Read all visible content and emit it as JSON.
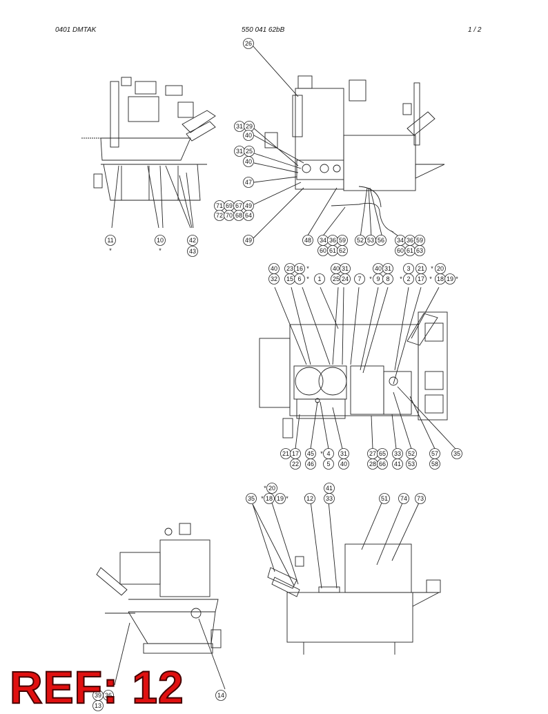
{
  "header": {
    "left": "0401   DMTAK",
    "center": "550 041 62bB",
    "right": "1 /   2"
  },
  "watermark": "REF: 12",
  "callouts": {
    "v1": [
      "11",
      "10",
      "42",
      "43",
      "*",
      "*"
    ],
    "v2": [
      "26",
      "31",
      "29",
      "40",
      "31",
      "25",
      "40",
      "47",
      "71",
      "69",
      "67",
      "49",
      "72",
      "70",
      "68",
      "64",
      "49",
      "48",
      "34",
      "36",
      "59",
      "60",
      "61",
      "62",
      "52",
      "53",
      "56",
      "34",
      "36",
      "59",
      "60",
      "61",
      "63"
    ],
    "v3": [
      "40",
      "23",
      "16",
      "*",
      "40",
      "31",
      "40",
      "31",
      "3",
      "21",
      "*",
      "20",
      "32",
      "15",
      "6",
      "*",
      "1",
      "25",
      "24",
      "7",
      "*",
      "9",
      "8",
      "*",
      "2",
      "17",
      "*",
      "18",
      "19",
      "*",
      "21",
      "17",
      "22",
      "45",
      "*",
      "4",
      "5",
      "46",
      "31",
      "40",
      "27",
      "65",
      "28",
      "66",
      "33",
      "41",
      "52",
      "53",
      "57",
      "58",
      "35"
    ],
    "v4": [
      "36",
      "39",
      "13",
      "14"
    ],
    "v5": [
      "*",
      "20",
      "35",
      "*",
      "18",
      "19",
      "*",
      "*",
      "12",
      "41",
      "33",
      "51",
      "74",
      "73"
    ]
  }
}
